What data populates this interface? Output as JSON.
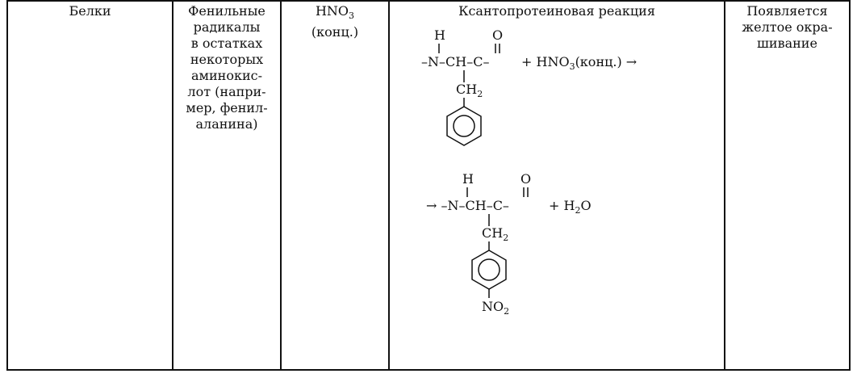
{
  "table": {
    "row": {
      "substance": "Белки",
      "group": [
        "Фенильные",
        "радикалы",
        "в остатках",
        "некоторых",
        "аминокис-",
        "лот (напри-",
        "мер, фенил-",
        "аланина)"
      ],
      "reagent_main": "HNO",
      "reagent_sub": "3",
      "reagent_note": "(конц.)",
      "reaction_title": "Ксантопротеиновая реакция",
      "result": [
        "Появляется",
        "желтое окра-",
        "шивание"
      ]
    }
  },
  "formulas": {
    "reactant": {
      "h": "H",
      "o": "O",
      "backbone": "–N–CH–C–",
      "plus": "+ HNO",
      "plus_sub": "3",
      "plus_tail": "(конц.) →",
      "ch2": "CH",
      "ch2_sub": "2"
    },
    "product": {
      "h": "H",
      "o": "O",
      "backbone": "→ –N–CH–C–",
      "plus": "+ H",
      "plus_sub": "2",
      "plus_tail": "O",
      "ch2": "CH",
      "ch2_sub": "2",
      "no2": "NO",
      "no2_sub": "2"
    }
  }
}
